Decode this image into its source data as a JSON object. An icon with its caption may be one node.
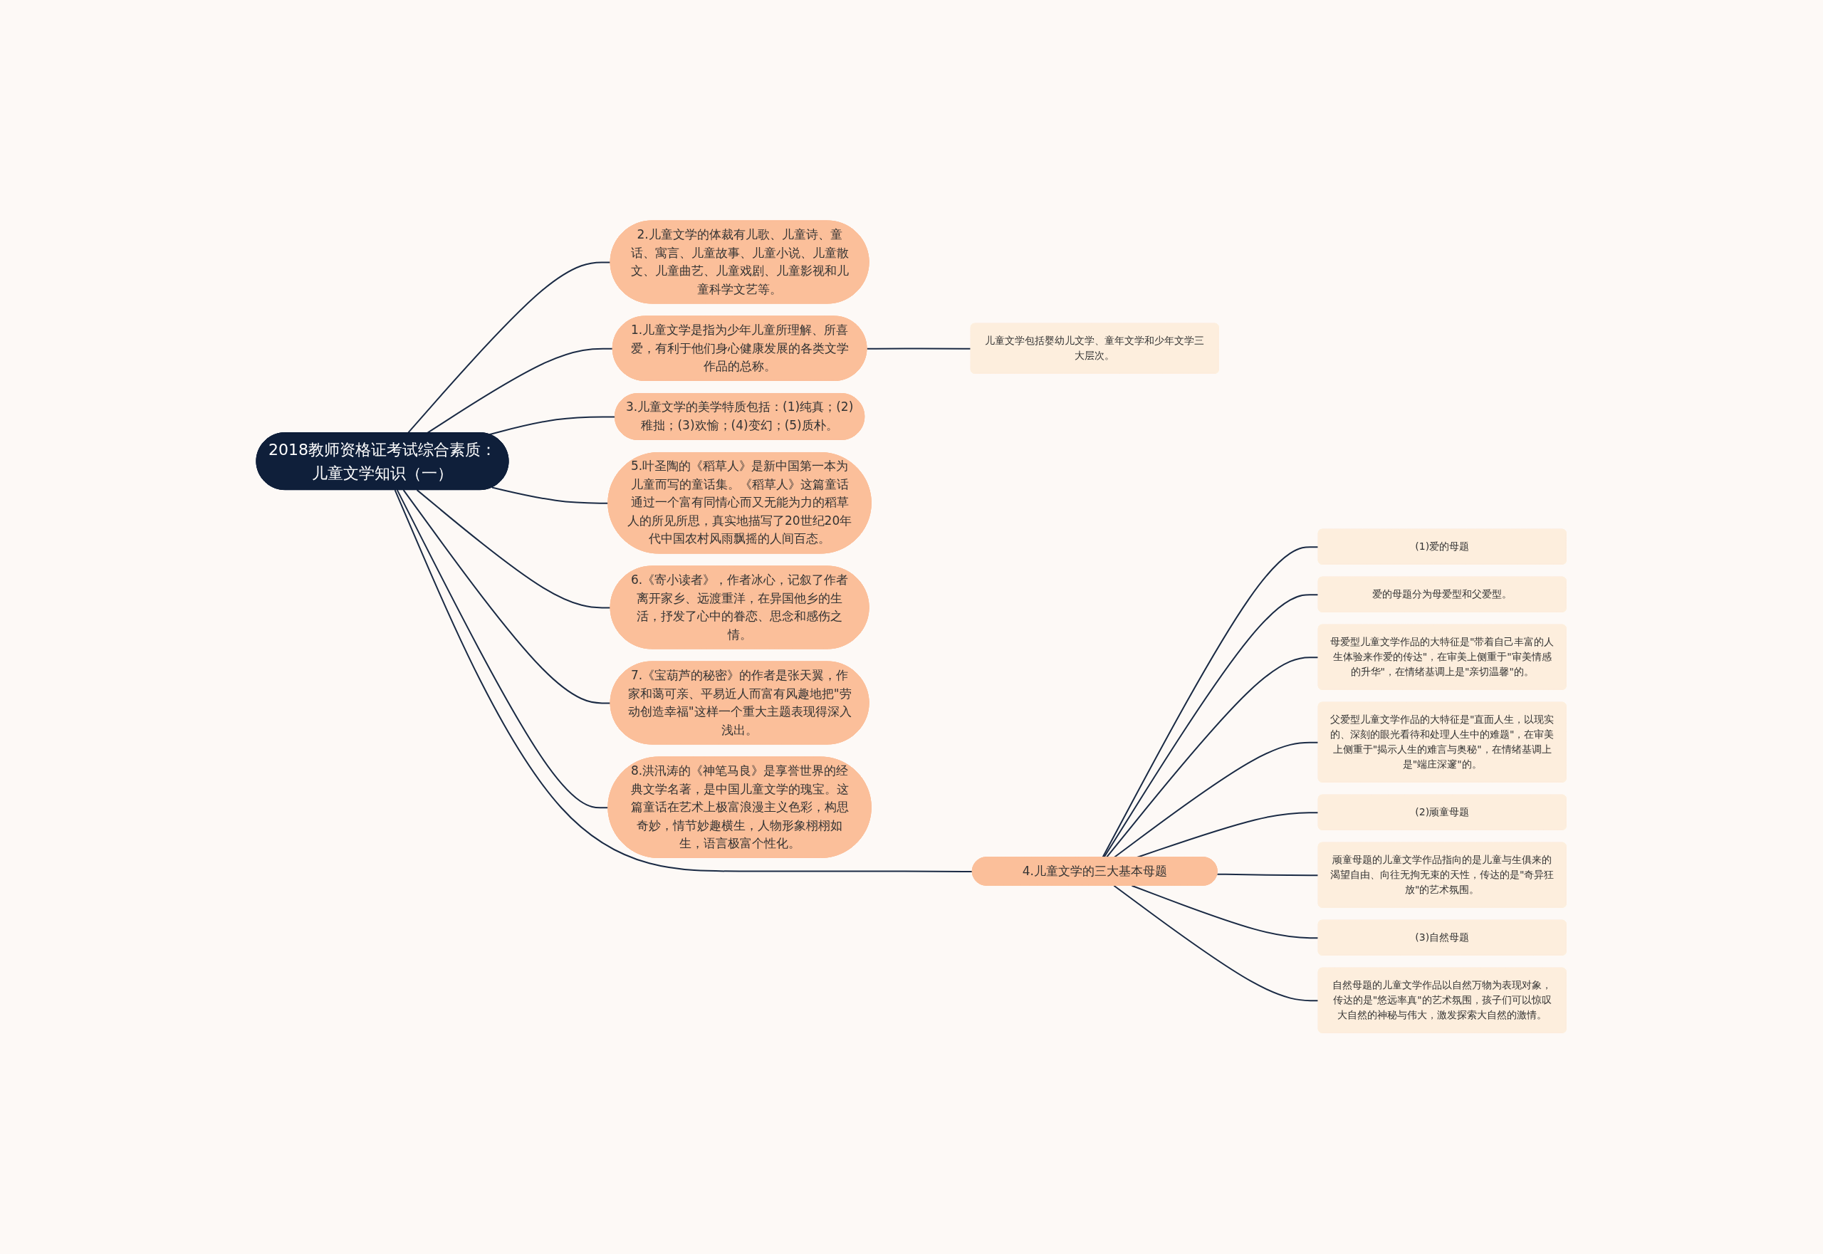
{
  "diagram": {
    "nodes": [
      {
        "text": [
          "2018教师资格证考试综合素质：儿童文学知识（一）"
        ]
      },
      {
        "text": [
          "2.儿童文学的体裁有儿歌、儿童诗、童话、寓言、儿童故事、儿童小说、儿童散文、儿童曲艺、儿童戏剧、儿童影视和儿童科学文艺等。"
        ]
      },
      {
        "text": [
          "1.儿童文学是指为少年儿童所理解、所喜爱，有利于他们身心健康发展的各类文学作品的总称。"
        ]
      },
      {
        "text": [
          "儿童文学包括婴幼儿文学、童年文学和少年文学三大层次。"
        ]
      },
      {
        "text": [
          "3.儿童文学的美学特质包括：(1)纯真；(2)稚拙；(3)欢愉；(4)变幻；(5)质朴。"
        ]
      },
      {
        "text": [
          "4.儿童文学的三大基本母题"
        ]
      },
      {
        "text": [
          "(1)爱的母题"
        ]
      },
      {
        "text": [
          "爱的母题分为母爱型和父爱型。"
        ]
      },
      {
        "text": [
          "母爱型儿童文学作品的大特征是\"带着自己丰富的人生体验来作爱的传达\"，在审美上侧重于\"审美情感的升华\"，在情绪基调上是\"亲切温馨\"的。"
        ]
      },
      {
        "text": [
          "父爱型儿童文学作品的大特征是\"直面人生，以现实的、深刻的眼光看待和处理人生中的难题\"，在审美上侧重于\"揭示人生的难言与奥秘\"，在情绪基调上是\"端庄深邃\"的。"
        ]
      },
      {
        "text": [
          "(2)顽童母题"
        ]
      },
      {
        "text": [
          "顽童母题的儿童文学作品指向的是儿童与生俱来的渴望自由、向往无拘无束的天性，传达的是\"奇异狂放\"的艺术氛围。"
        ]
      },
      {
        "text": [
          "(3)自然母题"
        ]
      },
      {
        "text": [
          "自然母题的儿童文学作品以自然万物为表现对象，传达的是\"悠远率真\"的艺术氛围，孩子们可以惊叹大自然的神秘与伟大，激发探索大自然的激情。"
        ]
      },
      {
        "text": [
          "5.叶圣陶的《稻草人》是新中国第一本为儿童而写的童话集。《稻草人》这篇童话通过一个富有同情心而又无能为力的稻草人的所见所思，真实地描写了20世纪20年代中国农村风雨飘摇的人间百态。"
        ]
      },
      {
        "text": [
          "6.《寄小读者》，作者冰心，记叙了作者离开家乡、远渡重洋，在异国他乡的生活，抒发了心中的眷恋、思念和感伤之情。"
        ]
      },
      {
        "text": [
          "7.《宝葫芦的秘密》的作者是张天翼，作家和蔼可亲、平易近人而富有风趣地把\"劳动创造幸福\"这样一个重大主题表现得深入浅出。"
        ]
      },
      {
        "text": [
          "8.洪汛涛的《神笔马良》是享誉世界的经典文学名著，是中国儿童文学的瑰宝。这篇童话在艺术上极富浪漫主义色彩，构思奇妙，情节妙趣横生，人物形象栩栩如生，语言极富个性化。"
        ]
      }
    ],
    "edges": [
      {
        "from": 0,
        "to": 1,
        "arrow": "none"
      },
      {
        "from": 0,
        "to": 2,
        "arrow": "none"
      },
      {
        "from": 2,
        "to": 3,
        "arrow": "none"
      },
      {
        "from": 0,
        "to": 4,
        "arrow": "none"
      },
      {
        "from": 0,
        "to": 5,
        "arrow": "none"
      },
      {
        "from": 5,
        "to": 6,
        "arrow": "none"
      },
      {
        "from": 5,
        "to": 7,
        "arrow": "none"
      },
      {
        "from": 5,
        "to": 8,
        "arrow": "none"
      },
      {
        "from": 5,
        "to": 9,
        "arrow": "none"
      },
      {
        "from": 5,
        "to": 10,
        "arrow": "none"
      },
      {
        "from": 5,
        "to": 11,
        "arrow": "none"
      },
      {
        "from": 5,
        "to": 12,
        "arrow": "none"
      },
      {
        "from": 5,
        "to": 13,
        "arrow": "none"
      },
      {
        "from": 0,
        "to": 14,
        "arrow": "none"
      },
      {
        "from": 0,
        "to": 15,
        "arrow": "none"
      },
      {
        "from": 0,
        "to": 16,
        "arrow": "none"
      },
      {
        "from": 0,
        "to": 17,
        "arrow": "none"
      }
    ]
  }
}
